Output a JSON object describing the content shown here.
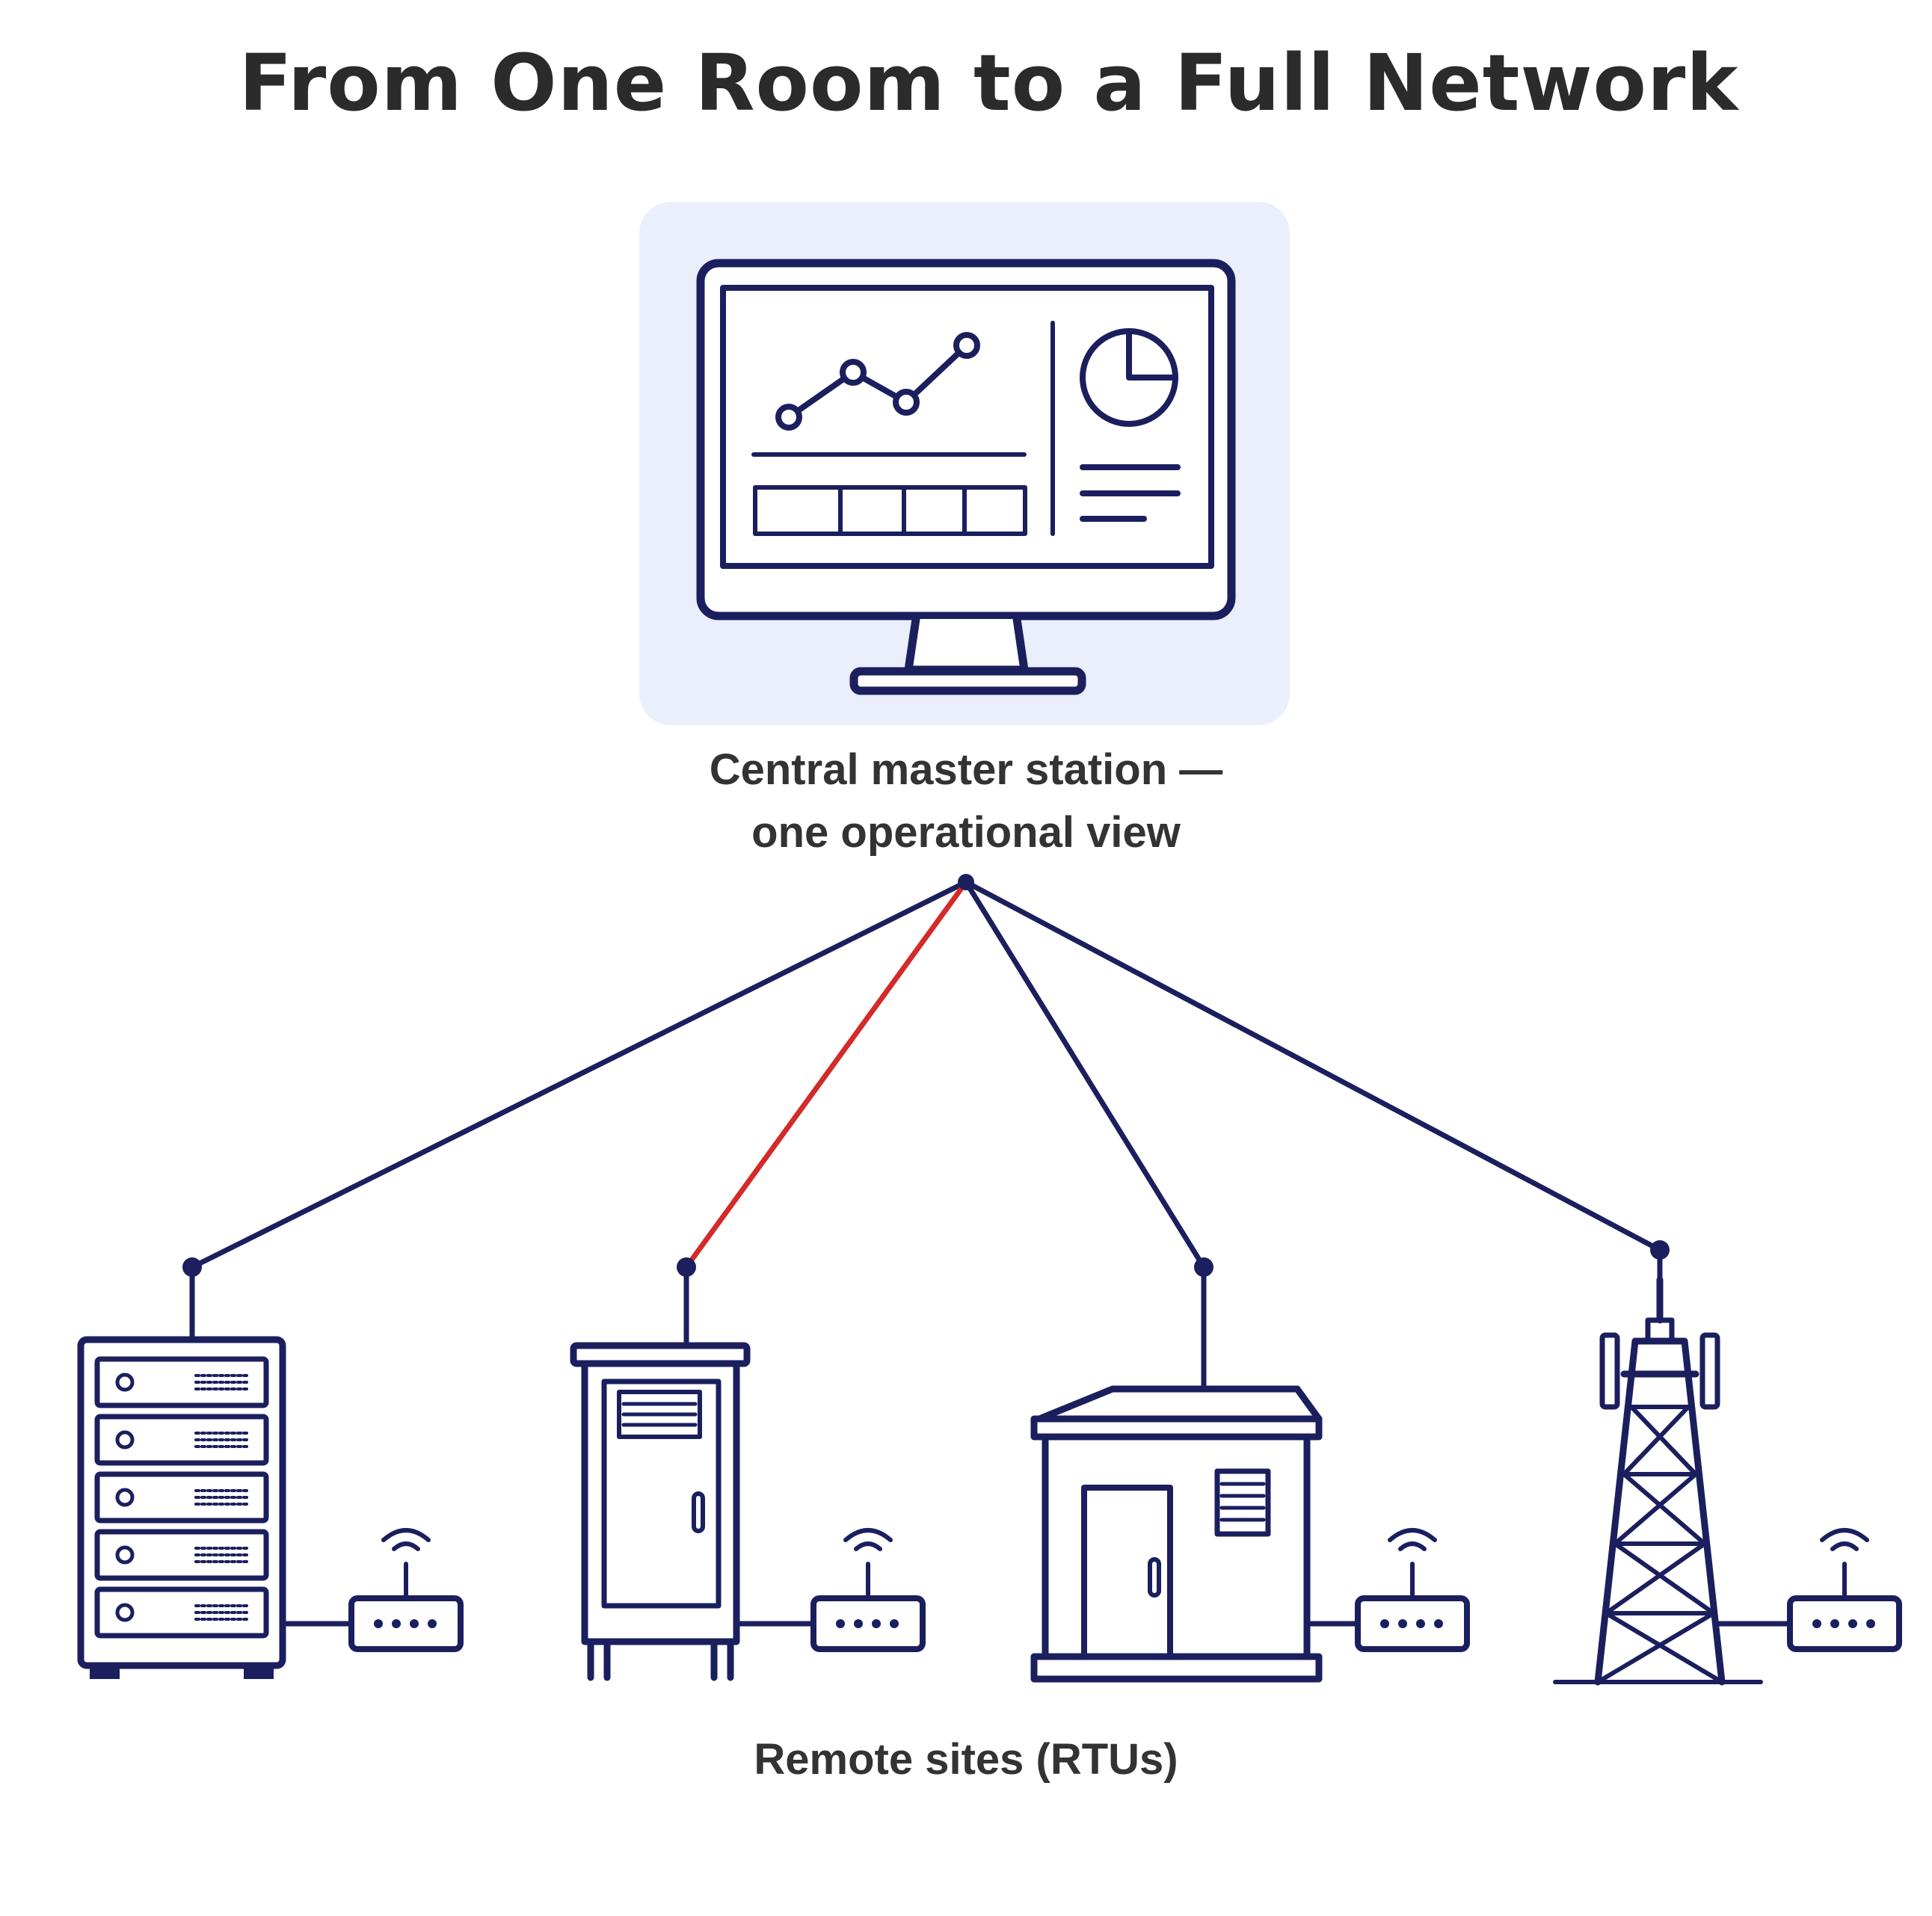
{
  "title": "From One Room to a Full Network",
  "master": {
    "caption_line1": "Central master station —",
    "caption_line2": "one operational view"
  },
  "remote": {
    "caption": "Remote sites (RTUs)"
  },
  "colors": {
    "ink": "#1b1f5e",
    "highlight_link": "#d42a2a",
    "panel": "#ebeefb",
    "title": "#2b2b2b"
  },
  "sites": [
    {
      "icon": "server-rack-icon",
      "link": "normal"
    },
    {
      "icon": "equipment-cabinet-icon",
      "link": "highlighted"
    },
    {
      "icon": "substation-building-icon",
      "link": "normal"
    },
    {
      "icon": "cell-tower-icon",
      "link": "normal"
    }
  ]
}
